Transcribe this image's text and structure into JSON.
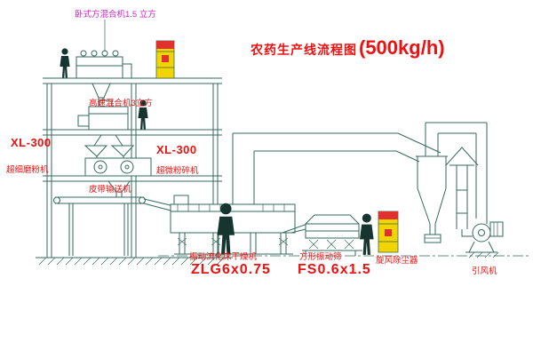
{
  "title": {
    "main": "农药生产线流程图",
    "capacity": "(500kg/h)"
  },
  "labels": {
    "horizontal_mixer": "卧式方混合机1.5 立方",
    "high_speed_mixer": "高速混合机3立方",
    "mill_left_model": "XL-300",
    "mill_left_name": "超细磨粉机",
    "mill_mid_model": "XL-300",
    "mill_mid_name": "超微粉碎机",
    "belt_conveyor": "皮带输送机",
    "dryer_name": "振动流化床干燥机",
    "dryer_model": "ZLG6x0.75",
    "sieve_name": "方形振动筛",
    "sieve_model": "FS0.6x1.5",
    "cyclone": "旋风除尘器",
    "fan": "引风机"
  },
  "colors": {
    "line": "#336a5c",
    "label": "#ee1111",
    "label_magenta": "#cc22cc",
    "cabinet": "#f2d500",
    "cabinet_accent": "#e03030",
    "figure": "#16352e"
  }
}
